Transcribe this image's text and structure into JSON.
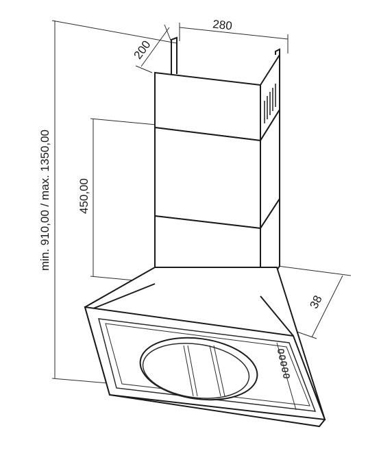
{
  "dimensions": {
    "width_label": "280",
    "depth_label": "200",
    "height_range_label": "min. 910,00 / max. 1350,00",
    "chimney_section_label": "450,00",
    "canopy_thickness_label": "38"
  }
}
